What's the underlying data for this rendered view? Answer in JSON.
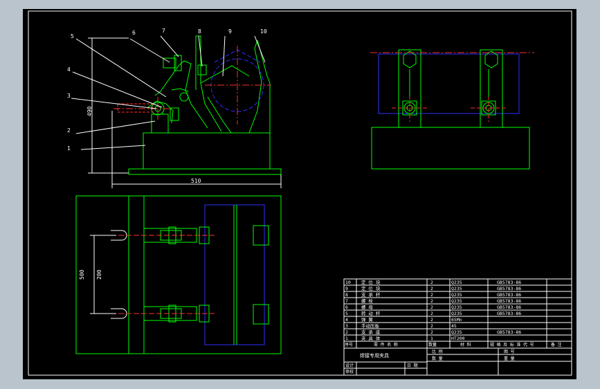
{
  "colors": {
    "background": "#000000",
    "frame": "#ffffff",
    "geometry": "#00ff00",
    "centerline": "#ff3030",
    "hidden": "#3030ff",
    "annotation": "#ffffff",
    "window": "#b9c4cc"
  },
  "callouts": [
    "1",
    "2",
    "3",
    "4",
    "5",
    "6",
    "7",
    "8",
    "9",
    "10"
  ],
  "dimensions": {
    "height": "490",
    "width": "510",
    "length": "500",
    "spacing": "200"
  },
  "parts_list": {
    "rows": [
      {
        "no": "10",
        "name": "定 位 块",
        "qty": "2",
        "material": "Q235",
        "standard": "GB5783-86"
      },
      {
        "no": "9",
        "name": "定 位 块",
        "qty": "2",
        "material": "Q235",
        "standard": "GB5783-86"
      },
      {
        "no": "8",
        "name": "支 承 杆",
        "qty": "2",
        "material": "Q235",
        "standard": "GB5783-86"
      },
      {
        "no": "7",
        "name": "螺 栓",
        "qty": "2",
        "material": "Q235",
        "standard": "GB5783-86"
      },
      {
        "no": "6",
        "name": "螺 母",
        "qty": "2",
        "material": "Q235",
        "standard": "GB5783-86"
      },
      {
        "no": "5",
        "name": "转 动 杆",
        "qty": "2",
        "material": "Q235",
        "standard": "GB5783-86"
      },
      {
        "no": "4",
        "name": "弹 簧",
        "qty": "2",
        "material": "65Mn",
        "standard": ""
      },
      {
        "no": "3",
        "name": "手动压板",
        "qty": "2",
        "material": "45",
        "standard": ""
      },
      {
        "no": "2",
        "name": "支 承 座",
        "qty": "2",
        "material": "Q235",
        "standard": "GB5783-86"
      },
      {
        "no": "1",
        "name": "夹 具 体",
        "qty": "1",
        "material": "HT200",
        "standard": ""
      }
    ],
    "header": {
      "no": "序号",
      "name": "零 件 名 称",
      "qty": "数量",
      "material": "材  料",
      "standard": "规 格 及 标 准 代 号",
      "note": "备 注"
    }
  },
  "title_block": {
    "drawing_name": "焊接专用夹具",
    "scale_label": "比  例",
    "count_label": "数  量",
    "drawing_no_label": "图  号",
    "weight_label": "重  量",
    "designer_label": "设计",
    "checker_label": "审校",
    "date_label": "日  期"
  }
}
